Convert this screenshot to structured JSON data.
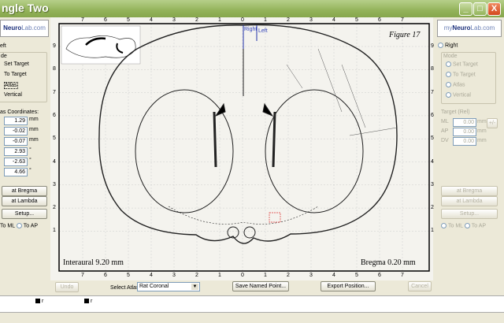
{
  "window": {
    "title": "ngle Two",
    "min": "_",
    "max": "□",
    "close": "X"
  },
  "logo": {
    "brand_a": "my",
    "brand_b": "Neuro",
    "brand_c": "Lab.com"
  },
  "left": {
    "side_label": "eft",
    "mode_label": "de",
    "modes": [
      "Set Target",
      "To Target",
      "Atlas",
      "Vertical"
    ],
    "coords_label": "as Coordinates:",
    "coords": [
      {
        "value": "1.29",
        "unit": "mm"
      },
      {
        "value": "-0.02",
        "unit": "mm"
      },
      {
        "value": "-0.07",
        "unit": "mm"
      },
      {
        "value": "2.93",
        "unit": "°"
      },
      {
        "value": "-2.63",
        "unit": "°"
      },
      {
        "value": "4.66",
        "unit": "°"
      }
    ],
    "at_bregma": "at Bregma",
    "at_lambda": "at Lambda",
    "setup": "Setup...",
    "opt_ml": "To ML",
    "opt_ap": "To AP"
  },
  "right": {
    "side_label": "Right",
    "mode_label": "Mode",
    "modes": [
      "Set Target",
      "To Target",
      "Atlas",
      "Vertical"
    ],
    "target_label": "Target (Rel)",
    "target": [
      {
        "axis": "ML",
        "value": "0.00",
        "unit": "mm"
      },
      {
        "axis": "AP",
        "value": "0.00",
        "unit": "mm"
      },
      {
        "axis": "DV",
        "value": "0.00",
        "unit": "mm"
      }
    ],
    "go": "+/-",
    "at_bregma": "at Bregma",
    "at_lambda": "at Lambda",
    "setup": "Setup...",
    "opt_ml": "To ML",
    "opt_ap": "To AP"
  },
  "atlas": {
    "figure": "Figure 17",
    "interaural": "Interaural 9.20 mm",
    "bregma": "Bregma 0.20 mm",
    "marker_right": "Right",
    "marker_left": "Left",
    "x_ticks": [
      "7",
      "6",
      "5",
      "4",
      "3",
      "2",
      "1",
      "0",
      "1",
      "2",
      "3",
      "4",
      "5",
      "6",
      "7"
    ],
    "y_ticks": [
      "9",
      "8",
      "7",
      "6",
      "5",
      "4",
      "3",
      "2",
      "1"
    ]
  },
  "bottom": {
    "undo": "Undo",
    "select_atlas_label": "Select Atlas",
    "atlas_value": "Rat Coronal",
    "save": "Save Named Point...",
    "export": "Export Position...",
    "cancel": "Cancel"
  },
  "strip": {
    "marks": [
      "r",
      "r"
    ]
  }
}
